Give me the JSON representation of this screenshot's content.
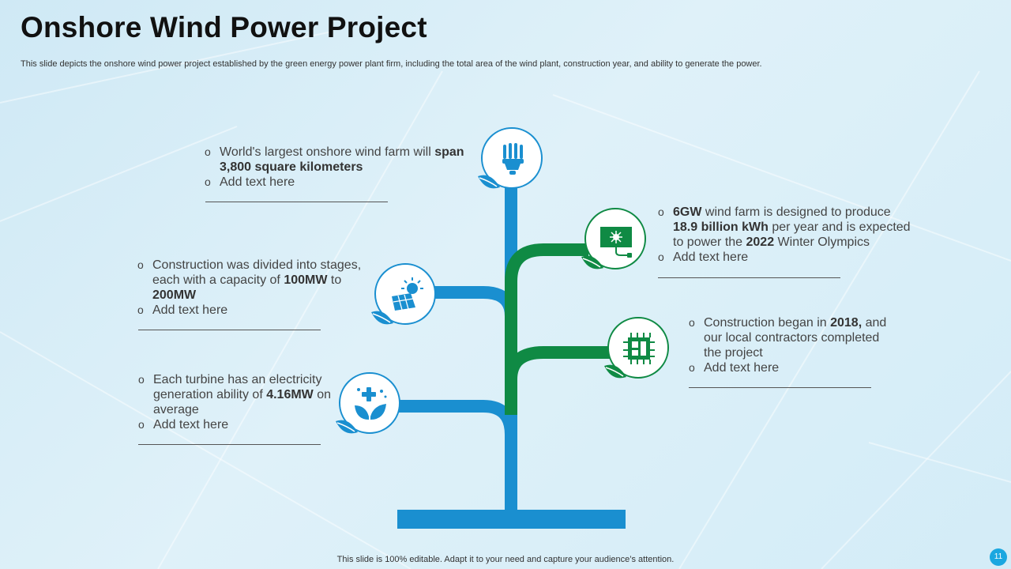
{
  "title": "Onshore Wind Power Project",
  "subtitle": "This slide depicts the onshore wind power project established by the green energy power plant firm, including the total area of the wind plant, construction year, and ability to generate the power.",
  "blocks": {
    "area": {
      "b1_pre": "World's largest onshore wind farm will ",
      "b1_bold": "span 3,800 square kilometers",
      "b2": "Add text here"
    },
    "power": {
      "b1_bold1": "6GW",
      "b1_mid1": " wind farm is designed to produce ",
      "b1_bold2": "18.9 billion kWh",
      "b1_mid2": " per year and is expected to power the ",
      "b1_bold3": "2022",
      "b1_post": " Winter Olympics",
      "b2": "Add text here"
    },
    "stages": {
      "b1_pre": "Construction was divided into stages, each with a capacity of ",
      "b1_bold1": "100MW",
      "b1_mid": " to ",
      "b1_bold2": "200MW",
      "b2": "Add text here"
    },
    "year": {
      "b1_pre": "Construction began in ",
      "b1_bold": "2018,",
      "b1_post": " and our local contractors completed the project",
      "b2": "Add text here"
    },
    "turbine": {
      "b1_pre": "Each turbine has an electricity generation ability of ",
      "b1_bold": "4.16MW",
      "b1_post": " on average",
      "b2": "Add text here"
    }
  },
  "icons": {
    "top": "light-bulb-icon",
    "right_upper": "solar-panel-plug-icon",
    "left_upper": "solar-panel-sun-icon",
    "right_lower": "circuit-chip-icon",
    "left_lower": "plant-plus-icon"
  },
  "colors": {
    "blue": "#1a8fd0",
    "green": "#0f8a44",
    "page_badge": "#1aa7e0"
  },
  "footer": "This slide is 100% editable. Adapt it to your need and capture your audience’s attention.",
  "page_number": "11"
}
